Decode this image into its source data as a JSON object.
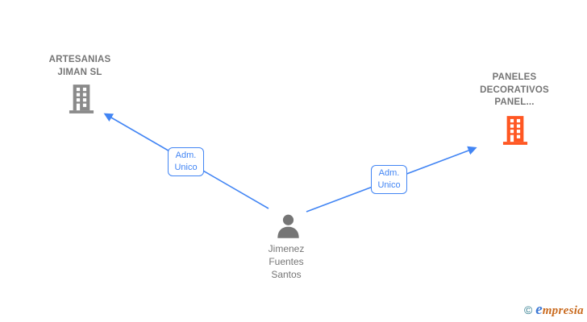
{
  "nodes": {
    "company_left": {
      "lines": [
        "ARTESANIAS",
        "JIMAN SL"
      ],
      "full_name": "ARTESANIAS JIMAN SL",
      "icon": "building-icon",
      "icon_color": "#8A8A8A"
    },
    "company_right": {
      "lines": [
        "PANELES",
        "DECORATIVOS",
        "PANEL..."
      ],
      "full_name": "PANELES DECORATIVOS PANEL...",
      "icon": "building-icon",
      "icon_color": "#FF5722"
    },
    "person": {
      "lines": [
        "Jimenez",
        "Fuentes",
        "Santos"
      ],
      "full_name": "Jimenez Fuentes Santos",
      "icon": "person-icon",
      "icon_color": "#757575"
    }
  },
  "edges": {
    "left": {
      "relation": "Adm. Unico",
      "label_lines": [
        "Adm.",
        "Unico"
      ],
      "from": "person",
      "to": "company_left"
    },
    "right": {
      "relation": "Adm. Unico",
      "label_lines": [
        "Adm.",
        "Unico"
      ],
      "from": "person",
      "to": "company_right"
    }
  },
  "colors": {
    "edge_blue": "#4285F4",
    "label_gray": "#757575",
    "building_gray": "#8A8A8A",
    "building_orange": "#FF5722",
    "logo_copyright_teal": "#2B7A8C",
    "logo_e_blue": "#3D79D6",
    "logo_rest_orange": "#C96A1E"
  },
  "footer": {
    "copyright_symbol": "©",
    "brand_first_letter": "e",
    "brand_rest": "mpresia"
  }
}
